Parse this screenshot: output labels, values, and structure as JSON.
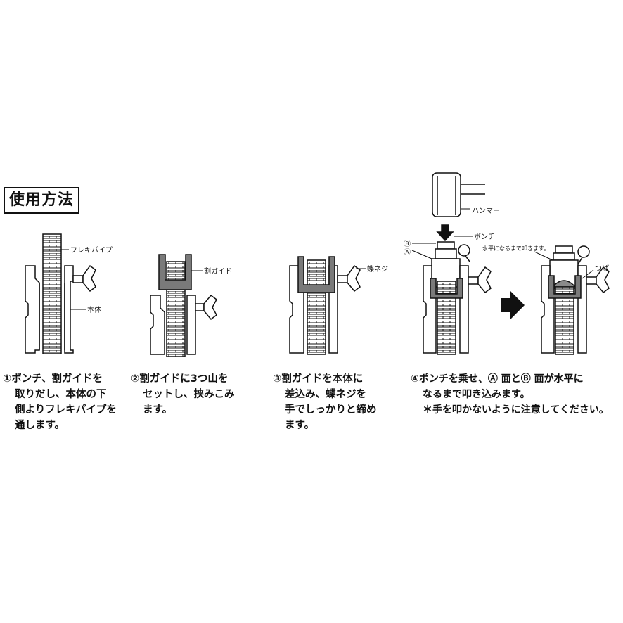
{
  "heading": "使用方法",
  "labels": {
    "flexi_pipe": "フレキパイプ",
    "body": "本体",
    "split_guide": "割ガイド",
    "wing_screw": "蝶ネジ",
    "hammer": "ハンマー",
    "punch": "ポンチ",
    "marker_a": "Ⓐ",
    "marker_b": "Ⓑ",
    "level_note": "水平になるまで叩きます。",
    "flange": "つば"
  },
  "steps": [
    {
      "lines": [
        "①ポンチ、割ガイドを",
        "取りだし、本体の下",
        "側よりフレキパイプを",
        "通します。"
      ]
    },
    {
      "lines": [
        "②割ガイドに3つ山を",
        "セットし、挟みこみ",
        "ます。"
      ]
    },
    {
      "lines": [
        "③割ガイドを本体に",
        "差込み、蝶ネジを",
        "手でしっかりと締め",
        "ます。"
      ]
    },
    {
      "lines": [
        "④ポンチを乗せ、Ⓐ 面とⒷ 面が水平に",
        "なるまで叩き込みます。",
        "＊手を叩かないように注意してください。"
      ]
    }
  ]
}
